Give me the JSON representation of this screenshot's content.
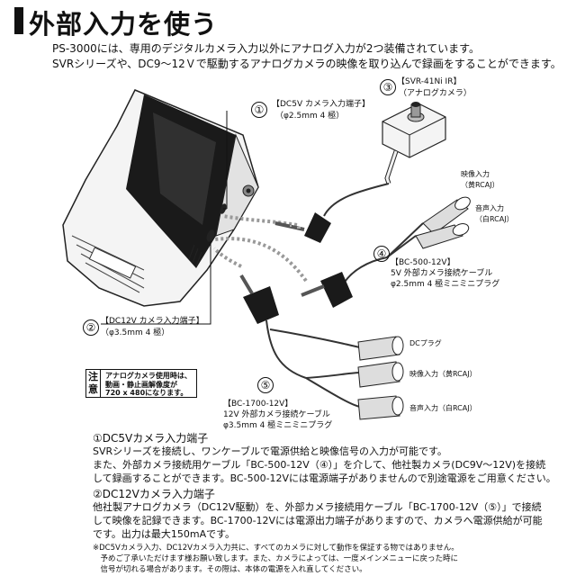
{
  "heading": {
    "title": "外部入力を使う",
    "intro_line1": "PS-3000には、専用のデジタルカメラ入力以外にアナログ入力が2つ装備されています。",
    "intro_line2": "SVRシリーズや、DC9～12Ｖで駆動するアナログカメラの映像を取り込んで録画をすることができます。"
  },
  "figure": {
    "callouts": [
      {
        "num": "①",
        "lines": [
          "【DC5V カメラ入力端子】",
          "（φ2.5mm 4 極）"
        ]
      },
      {
        "num": "②",
        "lines": [
          "【DC12V カメラ入力端子】",
          "（φ3.5mm 4 極）"
        ]
      },
      {
        "num": "③",
        "lines": [
          "【SVR-41Ni IR】",
          "（アナログカメラ）"
        ]
      },
      {
        "num": "④",
        "lines": [
          "【BC-500-12V】",
          "5V 外部カメラ接続ケーブル",
          "φ2.5mm 4 極ミニミニプラグ"
        ]
      },
      {
        "num": "⑤",
        "lines": [
          "【BC-1700-12V】",
          "12V 外部カメラ接続ケーブル",
          "φ3.5mm 4 極ミニミニプラグ"
        ]
      }
    ],
    "plug_labels": {
      "bc500_video": "映像入力\n（黄RCAJ）",
      "bc500_audio": "音声入力\n（白RCAJ）",
      "bc1700_dc": "DCプラグ",
      "bc1700_video": "映像入力（黄RCAJ）",
      "bc1700_audio": "音声入力（白RCAJ）"
    },
    "note": {
      "head": "注\n意",
      "text": "アナログカメラ使用時は、\n動画・静止画解像度が\n720 x 480になります。"
    }
  },
  "sections": [
    {
      "title": "①DC5Vカメラ入力端子",
      "lines": [
        "SVRシリーズを接続し、ワンケーブルで電源供給と映像信号の入力が可能です。",
        "また、外部カメラ接続用ケーブル「BC-500-12V（④）」を介して、他社製カメラ(DC9V～12V)を接続",
        "して録画することができます。BC-500-12Vには電源端子がありませんので別途電源をご用意ください。"
      ]
    },
    {
      "title": "②DC12Vカメラ入力端子",
      "lines": [
        "他社製アナログカメラ（DC12V駆動）を、外部カメラ接続用ケーブル「BC-1700-12V（⑤）」で接続",
        "して映像を記録できます。BC-1700-12Vには電源出力端子がありますので、カメラへ電源供給が可能",
        "です。出力は最大150mAです。"
      ]
    }
  ],
  "footnote": [
    "※DC5Vカメラ入力、DC12Vカメラ入力共に、すべてのカメラに対して動作を保証する物ではありません。",
    "　予めご了承いただけます様お願い致します。また、カメラによっては、一度メインメニューに戻った時に",
    "　信号が切れる場合があります。その際は、本体の電源を入れ直してください。"
  ]
}
